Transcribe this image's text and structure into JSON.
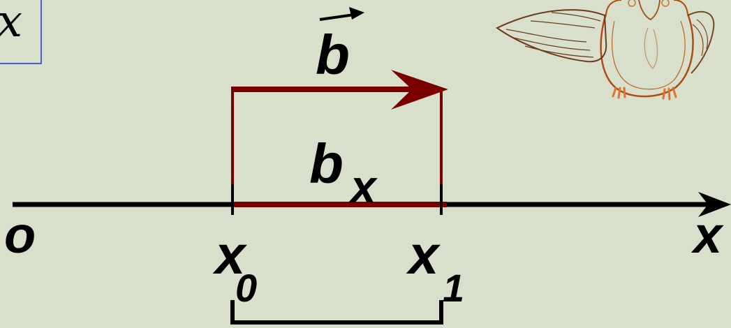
{
  "axis": {
    "origin_label": "o",
    "axis_label": "x"
  },
  "vector": {
    "name": "b",
    "projection_base": "b",
    "projection_subscript": "x"
  },
  "points": {
    "start_base": "x",
    "start_subscript": "0",
    "end_base": "x",
    "end_subscript": "1"
  },
  "corner_box": {
    "glyph": "x"
  },
  "colors": {
    "background": "#d8e0cc",
    "vector": "#7a0000",
    "axis": "#000000",
    "box_border": "#2233cc",
    "owl_outline": "#b04a12",
    "owl_wing": "#6b3a1a"
  },
  "icons": {
    "decoration": "owl-icon"
  }
}
